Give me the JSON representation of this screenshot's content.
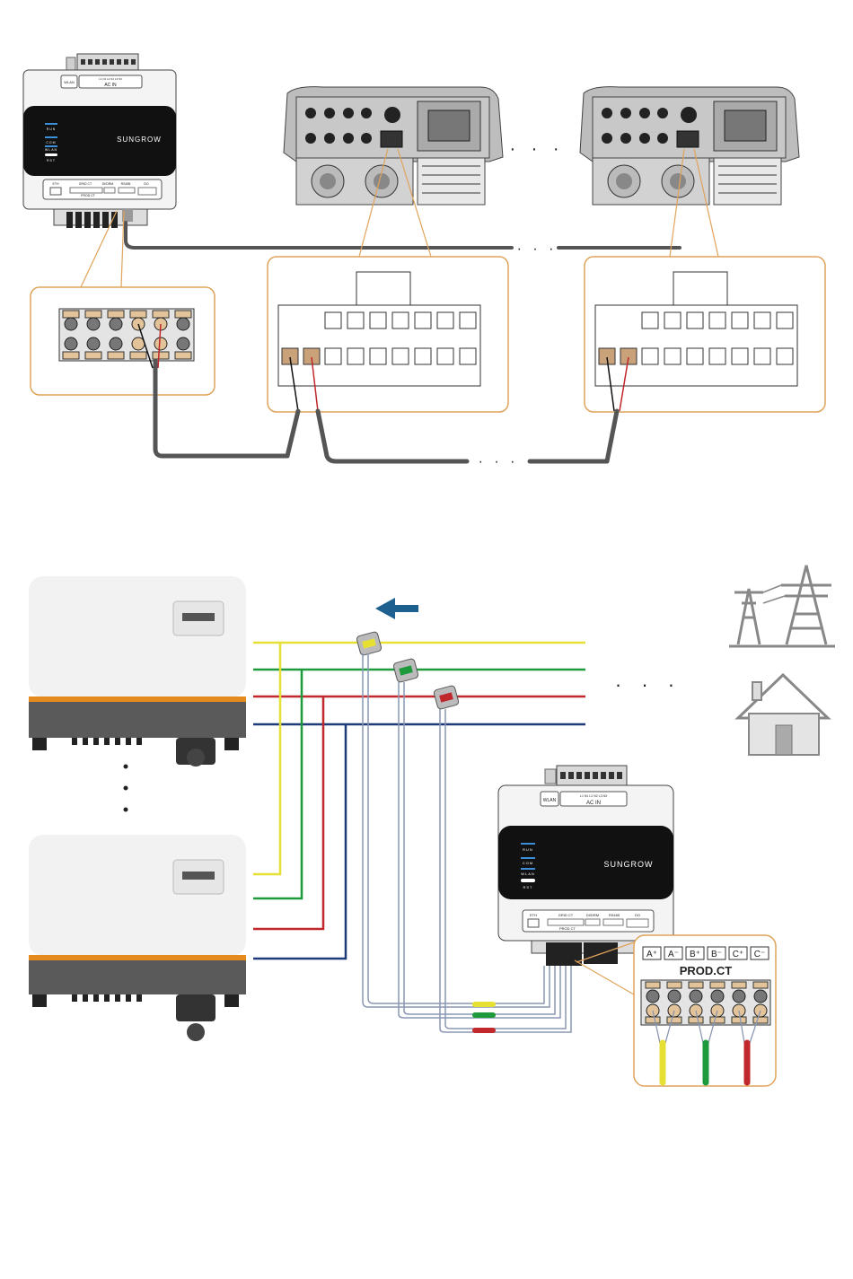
{
  "logger_top": {
    "brand": "SUNGROW",
    "wlan_port": "WLAN",
    "ac_in": "AC IN",
    "ac_terminals": "L1  N1  L2  N2  L3  N3",
    "leds": [
      "RUN",
      "COM",
      "WLAN",
      "RST"
    ],
    "port_labels": [
      "ETH",
      "GRID CT",
      "DI/DRM",
      "RS485",
      "DO"
    ],
    "prod_ct_small": "PROD CT"
  },
  "logger_bottom": {
    "brand": "SUNGROW",
    "wlan_port": "WLAN",
    "ac_in": "AC IN",
    "ac_terminals": "L1  N1  L2  N2  L3  N3",
    "leds": [
      "RUN",
      "COM",
      "WLAN",
      "RST"
    ],
    "port_labels": [
      "ETH",
      "GRID CT",
      "DI/DRM",
      "RS485",
      "DO"
    ],
    "prod_ct_small": "PROD CT"
  },
  "prod_ct_connector": {
    "title": "PROD.CT",
    "pins": [
      "A⁺",
      "A⁻",
      "B⁺",
      "B⁻",
      "C⁺",
      "C⁻"
    ]
  },
  "ellipsis": {
    "inverters_top": "· · ·",
    "cable_top": "· · ·",
    "cable_bottom": "· · ·",
    "grid_lines": "· · ·"
  },
  "colors": {
    "yellow": "#e6e034",
    "green": "#1e9a3c",
    "red": "#c0282c",
    "navy": "#1f3a7a",
    "orange_frame": "#e0a35a",
    "arrow": "#1d5f8f",
    "cable_grey": "#555555"
  },
  "icons": [
    "power-tower-icon",
    "house-icon",
    "current-direction-arrow-icon"
  ]
}
